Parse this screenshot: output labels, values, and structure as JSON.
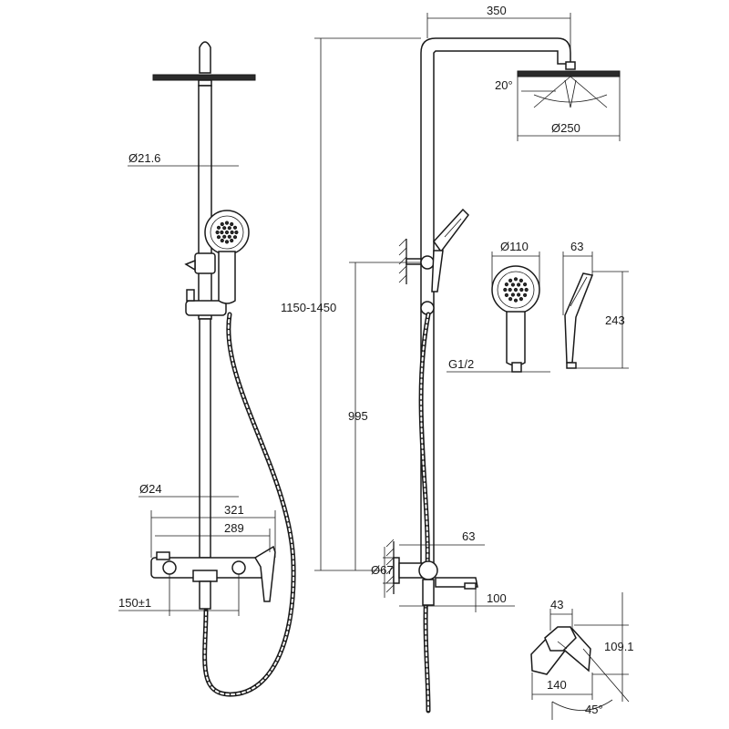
{
  "dimensions": {
    "pipe_diameter": "Ø21.6",
    "mixer_pipe_diameter": "Ø24",
    "mixer_width_outer": "321",
    "mixer_width_inner": "289",
    "wall_offset": "150±1",
    "total_height": "1150-1450",
    "arm_length": "350",
    "head_angle": "20°",
    "head_diameter": "Ø250",
    "holder_height": "995",
    "handshower_diameter": "Ø110",
    "handshower_depth": "63",
    "handshower_length": "243",
    "thread": "G1/2",
    "mixer_depth": "63",
    "flange_diameter": "Ø67",
    "spout_length": "100",
    "handle_width": "43",
    "handle_height": "109.1",
    "handle_depth": "140",
    "handle_angle": "45°"
  }
}
